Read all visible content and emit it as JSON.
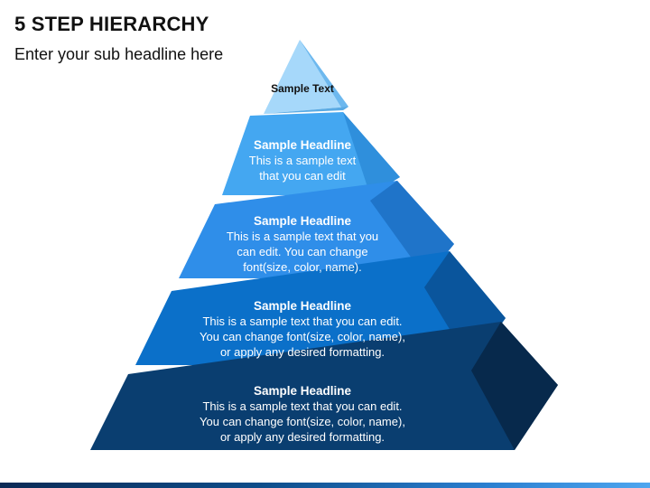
{
  "slide": {
    "title": "5 STEP HIERARCHY",
    "subtitle": "Enter your sub headline here"
  },
  "pyramid": {
    "top": {
      "label": "Sample Text",
      "color": "#8fcaf6"
    },
    "tiers": [
      {
        "headline": "Sample Headline",
        "body": "This is a sample text that you can edit",
        "color": "#3aa3f0"
      },
      {
        "headline": "Sample Headline",
        "body": "This is a sample text that you can edit. You can change font(size, color, name).",
        "color": "#2a8ae8"
      },
      {
        "headline": "Sample Headline",
        "body": "This is a sample text that you can edit. You can change font(size, color, name), or apply any desired formatting.",
        "color": "#0b6fc8"
      },
      {
        "headline": "Sample Headline",
        "body": "This is a sample text that you can edit. You can change font(size, color, name), or apply any desired formatting.",
        "color": "#0a3f73"
      }
    ]
  }
}
